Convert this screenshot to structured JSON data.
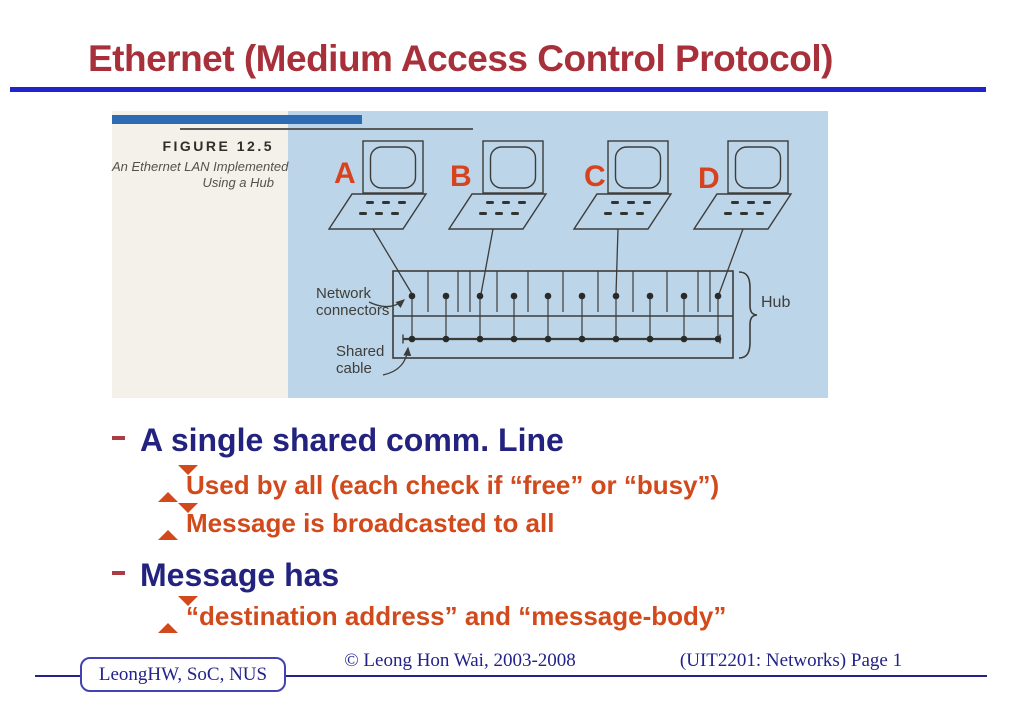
{
  "title": "Ethernet (Medium Access Control Protocol)",
  "figure": {
    "caption_label": "FIGURE 12.5",
    "caption_line1": "An Ethernet LAN Implemented",
    "caption_line2": "Using a Hub",
    "computers": [
      "A",
      "B",
      "C",
      "D"
    ],
    "labels": {
      "network_connectors_line1": "Network",
      "network_connectors_line2": "connectors",
      "shared_cable_line1": "Shared",
      "shared_cable_line2": "cable",
      "hub": "Hub"
    },
    "colors": {
      "panel_blue": "#bdd5e8",
      "panel_cream": "#f3f1ea",
      "top_bar": "#2f6bb2",
      "line": "#3c3c3a",
      "computer_label": "#d8431f"
    }
  },
  "bullets": [
    {
      "level": 1,
      "text": "A single shared comm. Line"
    },
    {
      "level": 2,
      "text": "Used by all (each check if “free” or “busy”)"
    },
    {
      "level": 2,
      "text": "Message is broadcasted to all"
    },
    {
      "level": 1,
      "text": "Message has"
    },
    {
      "level": 2,
      "text": "“destination address” and “message-body”"
    }
  ],
  "footer": {
    "left": "LeongHW, SoC, NUS",
    "center": "© Leong Hon Wai, 2003-2008",
    "right": "(UIT2201: Networks) Page 1"
  },
  "colors": {
    "title": "#a8303a",
    "rule": "#2323cc",
    "bullet_blue": "#23237f",
    "bullet_orange": "#d2491b",
    "footer_navy": "#22228b"
  }
}
